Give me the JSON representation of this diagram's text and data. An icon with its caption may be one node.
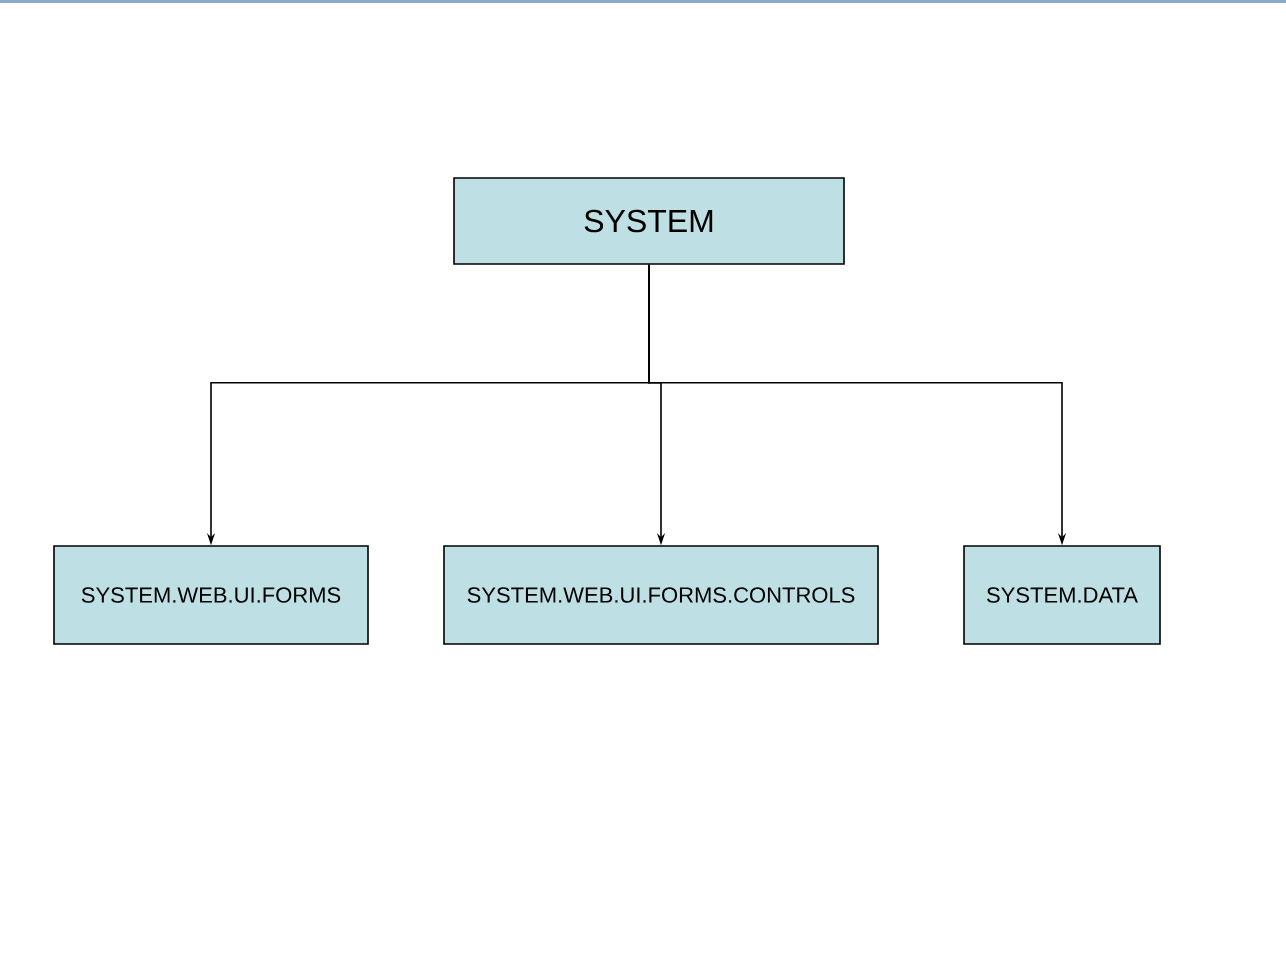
{
  "diagram": {
    "nodes": [
      {
        "text": [
          "SYSTEM"
        ]
      },
      {
        "text": [
          "SYSTEM.WEB.UI.FORMS"
        ]
      },
      {
        "text": [
          "SYSTEM.WEB.UI.FORMS.CONTROLS"
        ]
      },
      {
        "text": [
          "SYSTEM.DATA"
        ]
      }
    ],
    "edges": [
      {
        "from": 0,
        "to": 1,
        "arrow": "to"
      },
      {
        "from": 0,
        "to": 2,
        "arrow": "to"
      },
      {
        "from": 0,
        "to": 3,
        "arrow": "to"
      }
    ]
  }
}
